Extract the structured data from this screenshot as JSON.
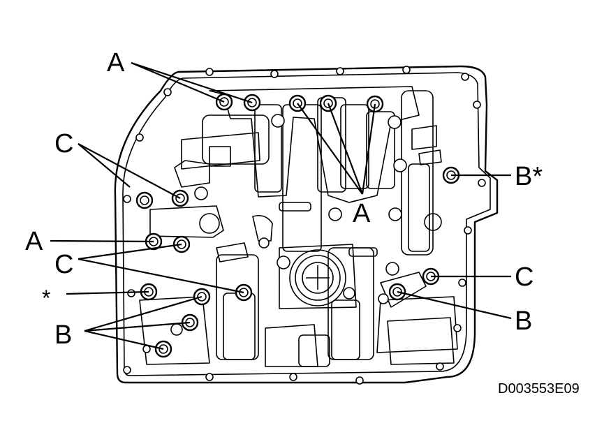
{
  "diagram": {
    "labels": {
      "a_top": "A",
      "a_middle": "A",
      "a_left": "A",
      "c_upper_left": "C",
      "c_lower_left": "C",
      "c_right": "C",
      "b_star": "B*",
      "b_right": "B",
      "b_lower_left": "B",
      "star": "*"
    },
    "code": "D003553E09"
  }
}
